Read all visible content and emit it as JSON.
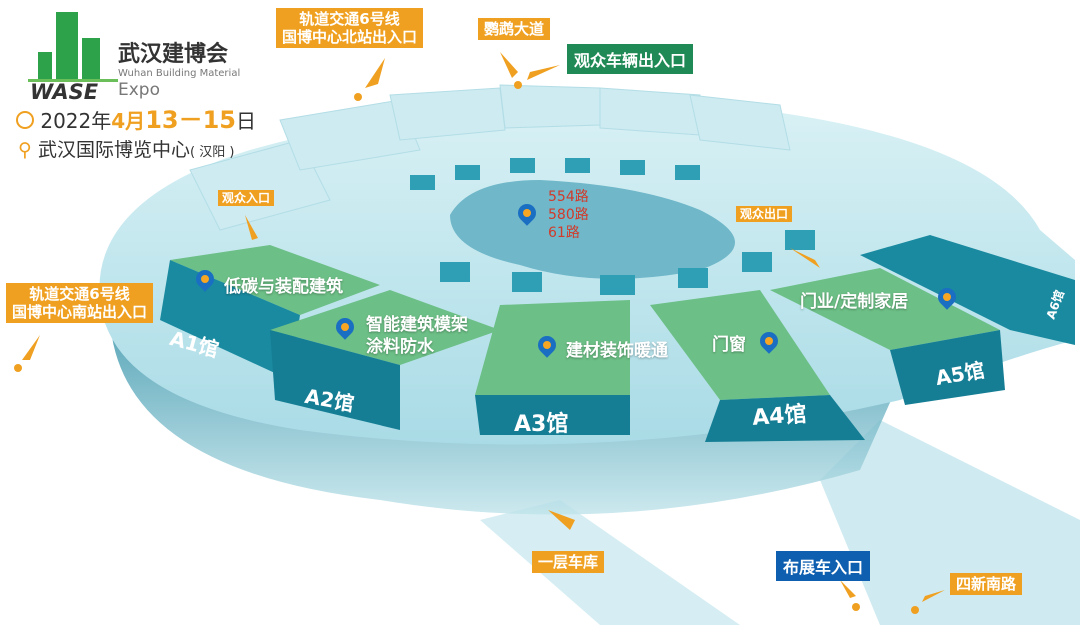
{
  "header": {
    "logo_cn": "武汉建博会",
    "logo_en_line1": "Wuhan Building Material",
    "logo_en_line2": "Expo",
    "logo_mark": "WASE",
    "date_prefix": "2022年",
    "date_month": "4月",
    "date_range": "13－15",
    "date_suffix": "日",
    "venue": "武汉国际博览中心",
    "venue_note": "( 汉阳 )",
    "icons": [
      "clock-icon",
      "location-pin-icon"
    ]
  },
  "labels": {
    "north_station": [
      "轨道交通6号线",
      "国博中心北站出入口"
    ],
    "south_station": [
      "轨道交通6号线",
      "国博中心南站出入口"
    ],
    "yingwu_road": "鹦鹉大道",
    "vehicle_entrance": "观众车辆出入口",
    "visitor_entrance": "观众入口",
    "visitor_exit": "观众出口",
    "bus_routes": [
      "554路",
      "580路",
      "61路"
    ],
    "parking": "一层车库",
    "exhibitor_entrance": "布展车入口",
    "sixin_road": "四新南路"
  },
  "halls": [
    {
      "name": "A1馆",
      "zone": "低碳与装配建筑"
    },
    {
      "name": "A2馆",
      "zone": "智能建筑模架\n涂料防水",
      "zone_lines": [
        "智能建筑模架",
        "涂料防水"
      ]
    },
    {
      "name": "A3馆",
      "zone": "建材装饰暖通"
    },
    {
      "name": "A4馆",
      "zone": "门窗"
    },
    {
      "name": "A5馆",
      "zone": "门业/定制家居"
    },
    {
      "name": "A6馆"
    }
  ],
  "colors": {
    "orange": "#f0a020",
    "green_tag": "#1f8a55",
    "blue_tag": "#0e5fb0",
    "hall_top": "#6cbf86",
    "hall_side": "#1a8aa0",
    "platform": "#bfe6ee"
  }
}
